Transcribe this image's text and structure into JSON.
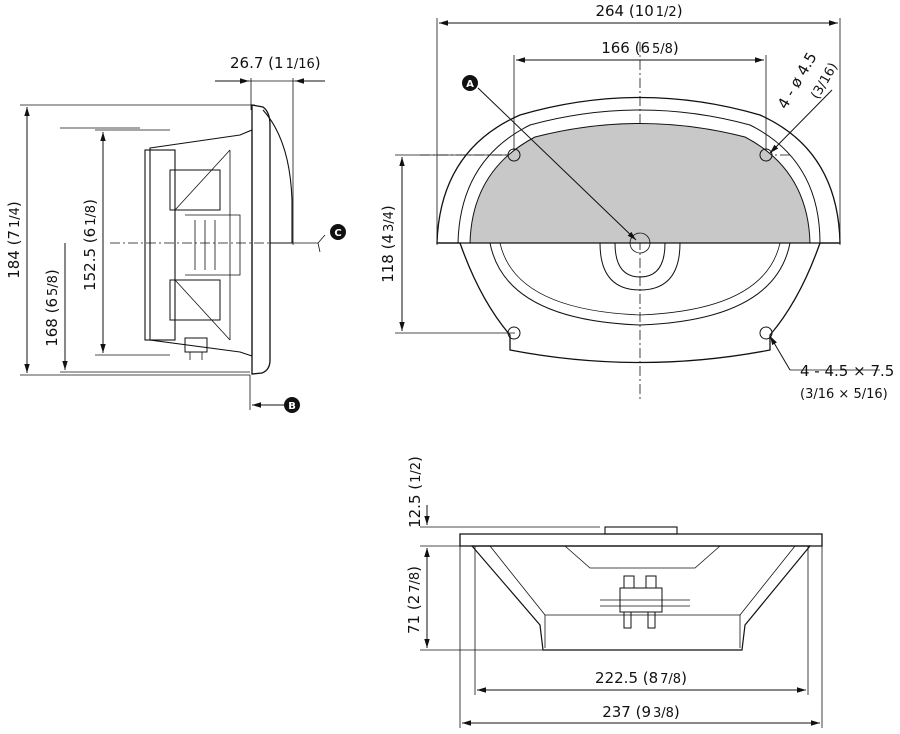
{
  "diagram": {
    "markers": {
      "a": "A",
      "b": "B",
      "c": "C"
    },
    "side_view": {
      "depth": {
        "main": "26.7 (1",
        "frac": "1/16",
        "close": ")"
      },
      "height_total": {
        "main": "184 (7",
        "frac": "1/4",
        "close": ")"
      },
      "height_magnet": {
        "main": "152.5 (6",
        "frac": "1/8",
        "close": ")"
      },
      "height_lower": {
        "main": "168 (6",
        "frac": "5/8",
        "close": ")"
      }
    },
    "front_view": {
      "width_total": {
        "main": "264 (10",
        "frac": "1/2",
        "close": ")"
      },
      "hole_spacing": {
        "main": "166 (6",
        "frac": "5/8",
        "close": ")"
      },
      "height": {
        "main": "118 (4",
        "frac": "3/4",
        "close": ")"
      },
      "grille_holes": {
        "main": "4 - ø 4.5",
        "frac_open": "(",
        "frac": "3/16",
        "close": ")"
      },
      "mount_holes": {
        "line1": "4 - 4.5 × 7.5",
        "line2_a": "3/16",
        "line2_x": " × ",
        "line2_b": "5/16"
      }
    },
    "bottom_view": {
      "grille_depth": {
        "main": "12.5 (",
        "frac": "1/2",
        "close": ")"
      },
      "mount_depth": {
        "main": "71 (2",
        "frac": "7/8",
        "close": ")"
      },
      "width_inner": {
        "main": "222.5 (8",
        "frac": "7/8",
        "close": ")"
      },
      "width_outer": {
        "main": "237 (9",
        "frac": "3/8",
        "close": ")"
      }
    }
  }
}
